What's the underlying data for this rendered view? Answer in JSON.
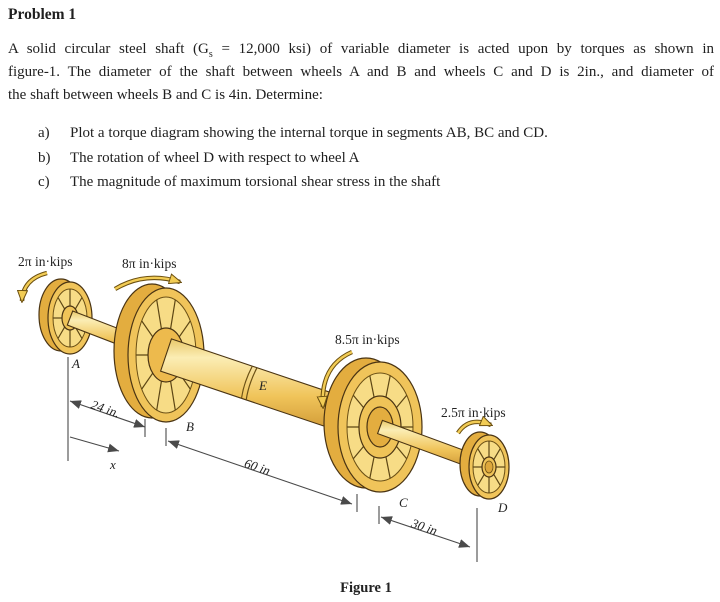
{
  "problem": {
    "title": "Problem 1",
    "line1_pre": "A solid circular steel shaft (G",
    "line1_sub": "s",
    "line1_post": " = 12,000 ksi) of variable diameter is acted upon by torques as shown in",
    "line2": "figure-1. The diameter of the shaft between wheels A and B and wheels C and D is 2in., and diameter of",
    "line3": "the shaft between wheels B and C is 4in. Determine:",
    "items": [
      {
        "marker": "a)",
        "text": "Plot a torque diagram showing the internal torque in segments AB, BC and CD."
      },
      {
        "marker": "b)",
        "text": "The rotation of wheel D with respect to wheel A"
      },
      {
        "marker": "c)",
        "text": "The magnitude of maximum torsional shear stress in the shaft"
      }
    ]
  },
  "figure": {
    "caption": "Figure 1",
    "torque_labels": {
      "A": "2π in·kips",
      "B": "8π in·kips",
      "C": "8.5π in·kips",
      "D": "2.5π in·kips"
    },
    "dim_labels": {
      "AB": "24 in.",
      "BC": "60 in",
      "CD": "30 in"
    },
    "point_labels": {
      "A": "A",
      "B": "B",
      "C": "C",
      "D": "D",
      "E": "E"
    },
    "axis_label": "x",
    "colors": {
      "gold_light": "#FBEDB4",
      "gold_mid": "#F0C45A",
      "gold_dark": "#C58A28",
      "outline": "#4a3413",
      "dim_line": "#4a4a4a",
      "text": "#222222"
    }
  }
}
